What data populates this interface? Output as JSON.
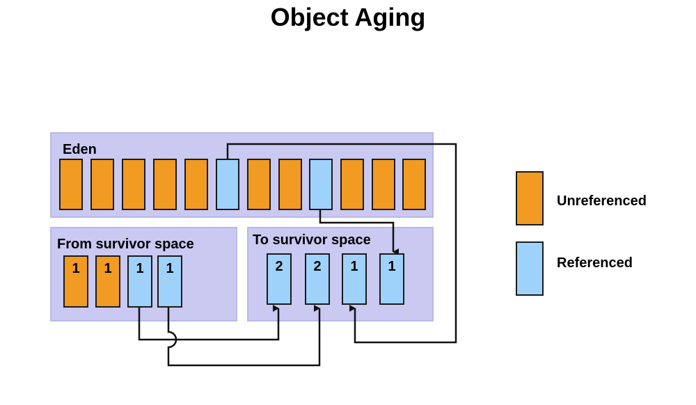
{
  "title": "Object Aging",
  "eden": {
    "label": "Eden",
    "objects": [
      "unreferenced",
      "unreferenced",
      "unreferenced",
      "unreferenced",
      "unreferenced",
      "referenced",
      "unreferenced",
      "unreferenced",
      "referenced",
      "unreferenced",
      "unreferenced",
      "unreferenced"
    ]
  },
  "from_survivor": {
    "label": "From survivor space",
    "objects": [
      {
        "state": "unreferenced",
        "age": "1"
      },
      {
        "state": "unreferenced",
        "age": "1"
      },
      {
        "state": "referenced",
        "age": "1"
      },
      {
        "state": "referenced",
        "age": "1"
      }
    ]
  },
  "to_survivor": {
    "label": "To survivor space",
    "objects": [
      {
        "state": "referenced",
        "age": "2"
      },
      {
        "state": "referenced",
        "age": "2"
      },
      {
        "state": "referenced",
        "age": "1"
      },
      {
        "state": "referenced",
        "age": "1"
      }
    ]
  },
  "legend": {
    "unreferenced_label": "Unreferenced",
    "referenced_label": "Referenced"
  },
  "colors": {
    "unreferenced": "#f29b22",
    "referenced": "#9fd2fa",
    "panel": "#c9c9f2"
  }
}
